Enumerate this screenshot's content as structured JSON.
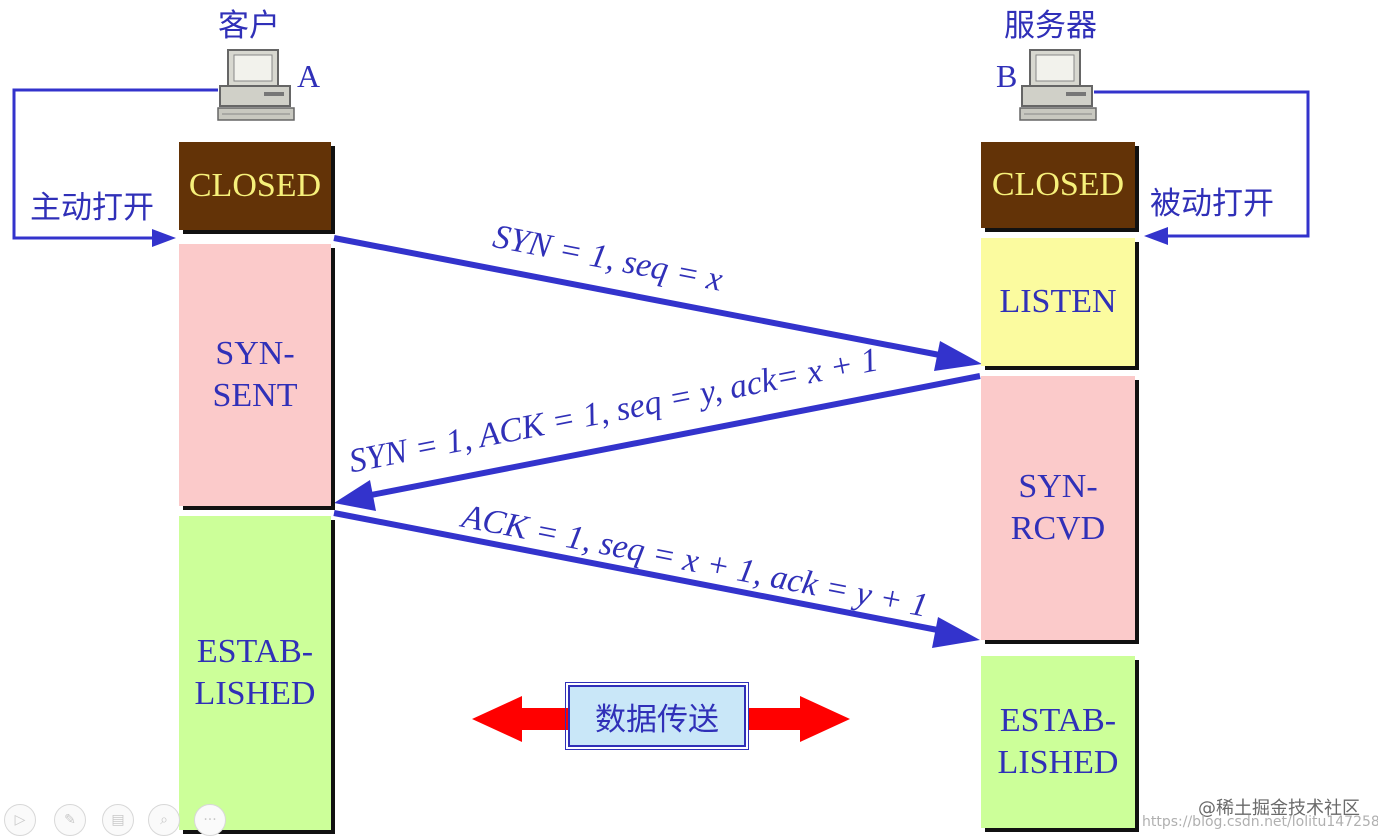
{
  "client": {
    "title": "客户",
    "letter": "A",
    "open_label": "主动打开"
  },
  "server": {
    "title": "服务器",
    "letter": "B",
    "open_label": "被动打开"
  },
  "client_states": [
    {
      "name": "closed",
      "label": "CLOSED"
    },
    {
      "name": "syn-sent",
      "label": "SYN-\nSENT"
    },
    {
      "name": "established",
      "label": "ESTAB-\nLISHED"
    }
  ],
  "server_states": [
    {
      "name": "closed",
      "label": "CLOSED"
    },
    {
      "name": "listen",
      "label": "LISTEN"
    },
    {
      "name": "syn-rcvd",
      "label": "SYN-\nRCVD"
    },
    {
      "name": "established",
      "label": "ESTAB-\nLISHED"
    }
  ],
  "messages": [
    {
      "label": "SYN = 1, seq = x"
    },
    {
      "label": "SYN = 1, ACK = 1, seq = y, ack= x + 1"
    },
    {
      "label": "ACK = 1, seq = x + 1, ack = y + 1"
    }
  ],
  "data_transfer": {
    "label": "数据传送"
  },
  "colors": {
    "text_blue": "#3030b8",
    "arrow_blue": "#3333cc",
    "closed_bg": "#633307",
    "closed_text": "#f6f07a",
    "sent_rcvd_bg": "#fbcaca",
    "established_bg": "#ccff99",
    "listen_bg": "#fbfb9f",
    "data_bg": "#c9e7f8",
    "data_arrow": "#ff0000"
  },
  "player_controls": [
    "play-icon",
    "pen-icon",
    "slides-icon",
    "zoom-icon",
    "more-icon"
  ],
  "watermark": {
    "line1": "@稀土掘金技术社区",
    "line2": "https://blog.csdn.net/lolitu147258"
  }
}
